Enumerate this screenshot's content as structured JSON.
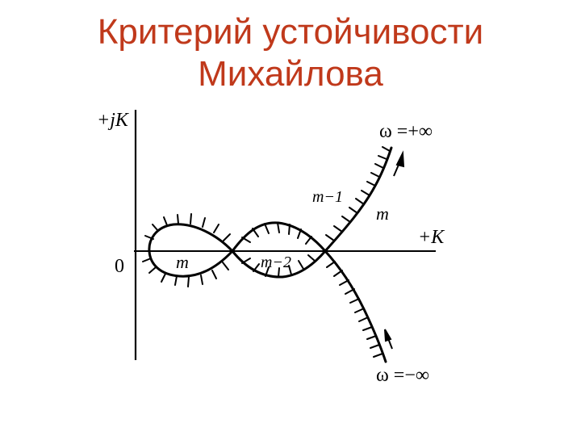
{
  "slide": {
    "title_line1": "Критерий устойчивости",
    "title_line2": "Михайлова",
    "title_color": "#c0391b"
  },
  "diagram": {
    "y_axis_label": "+jK",
    "x_axis_label": "+K",
    "origin_label": "0",
    "omega_plus_label": "ω =+∞",
    "omega_minus_label": "ω =−∞",
    "region_labels": {
      "left_loop": "m",
      "middle_loop": "m−2",
      "upper_left": "m−1",
      "upper_right": "m"
    },
    "line_color": "#000000"
  }
}
